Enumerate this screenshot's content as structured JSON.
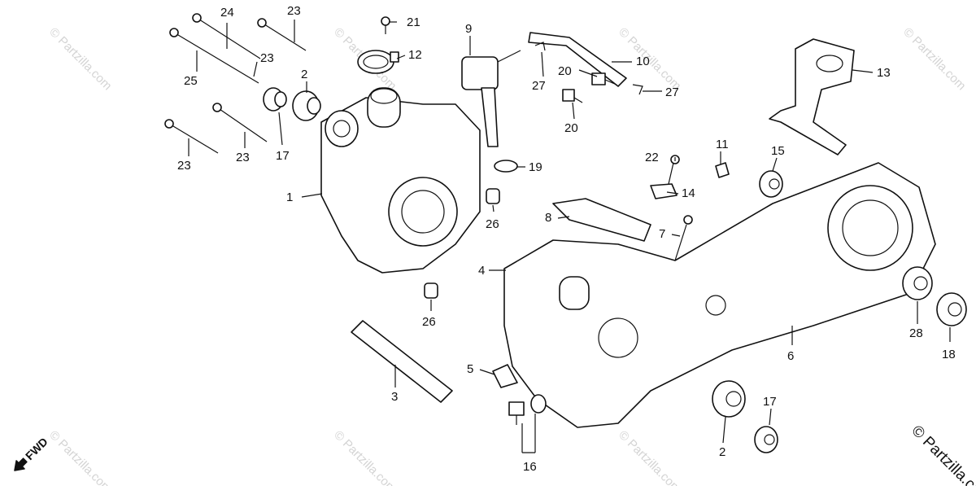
{
  "diagram": {
    "watermark_text": "© Partzilla.com",
    "copyright_text": "© Partzilla.com",
    "direction_label": "FWD",
    "callouts": [
      "24",
      "23",
      "21",
      "9",
      "25",
      "23",
      "12",
      "10",
      "2",
      "27",
      "20",
      "13",
      "27",
      "17",
      "20",
      "23",
      "23",
      "19",
      "1",
      "22",
      "11",
      "15",
      "14",
      "26",
      "8",
      "7",
      "4",
      "26",
      "3",
      "5",
      "28",
      "18",
      "6",
      "17",
      "2",
      "16"
    ]
  }
}
